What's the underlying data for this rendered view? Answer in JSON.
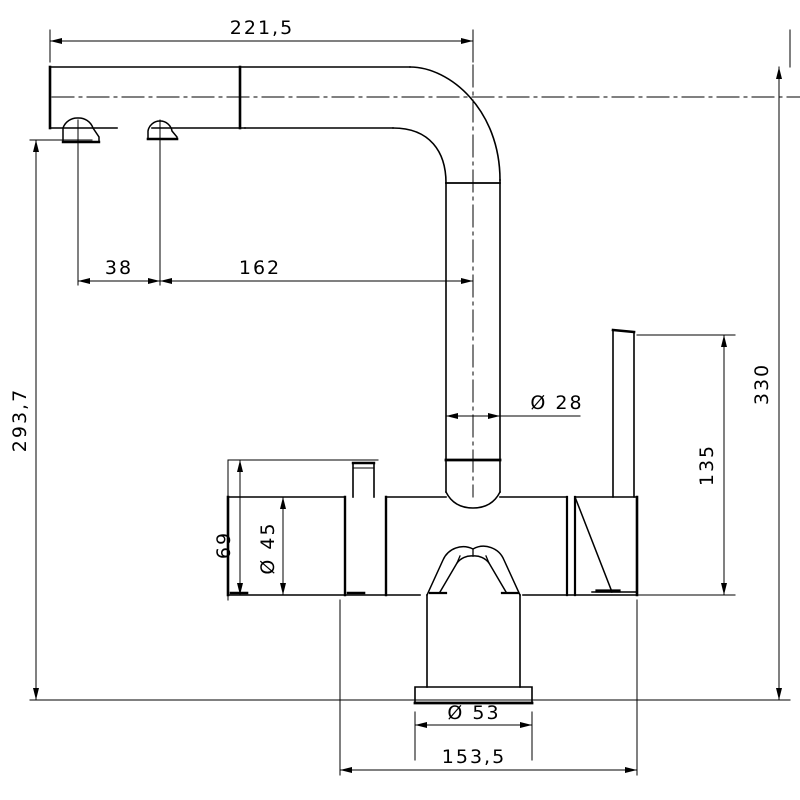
{
  "drawing": {
    "type": "technical-dimension-drawing",
    "subject": "kitchen-mixer-tap-side-elevation",
    "units": "mm",
    "line_color": "#000000",
    "background_color": "#ffffff"
  },
  "dimensions": {
    "spout_reach": "221,5",
    "nozzle_offset_a": "38",
    "nozzle_offset_b": "162",
    "total_height_left": "293,7",
    "total_height_right": "330",
    "lever_height": "135",
    "spout_tube_dia": "Ø 28",
    "body_height": "69",
    "body_dia": "Ø 45",
    "base_dia": "Ø 53",
    "base_offset": "153,5"
  }
}
